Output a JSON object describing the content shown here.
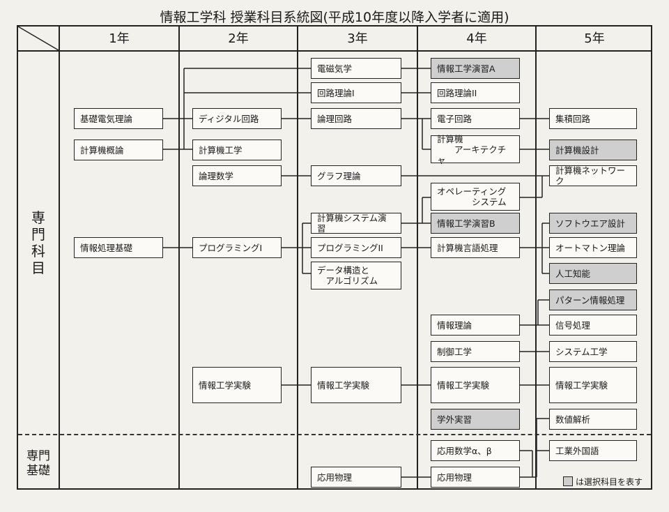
{
  "title": "情報工学科 授業科目系統図(平成10年度以降入学者に適用)",
  "years": [
    "1年",
    "2年",
    "3年",
    "4年",
    "5年"
  ],
  "row_labels": {
    "senmon": "専\n門\n科\n目",
    "kiso": "専門\n基礎"
  },
  "legend": {
    "text": "は選択科目を表す"
  },
  "courses": {
    "kiso_denki": "基礎電気理論",
    "keisanki_gairon": "計算機概論",
    "joho_kiso": "情報処理基礎",
    "digital": "ディジタル回路",
    "keisanki_kogaku": "計算機工学",
    "ronri_sugaku": "論理数学",
    "programming1": "プログラミングI",
    "jikken2": "情報工学実験",
    "denji": "電磁気学",
    "kairo1": "回路理論I",
    "ronri_kairo": "論理回路",
    "graph": "グラフ理論",
    "sys_enshu": "計算機システム演習",
    "programming2": "プログラミングII",
    "data_kozo": "データ構造と\n　アルゴリズム",
    "jikken3": "情報工学実験",
    "oyo_butsuri3": "応用物理",
    "enshu_a": "情報工学演習A",
    "kairo2": "回路理論II",
    "denshi": "電子回路",
    "arch": "計算機\n　　アーキテクチャ",
    "os": "オペレーティング\n　　　　システム",
    "enshu_b": "情報工学演習B",
    "gengo": "計算機言語処理",
    "joho_riron": "情報理論",
    "seigyo": "制御工学",
    "jikken4": "情報工学実験",
    "gakugai": "学外実習",
    "oyo_sugaku": "応用数学α、β",
    "oyo_butsuri4": "応用物理",
    "shuseki": "集積回路",
    "sekkei": "計算機設計",
    "network": "計算機ネットワーク",
    "software": "ソフトウエア設計",
    "automaton": "オートマトン理論",
    "ai": "人工知能",
    "pattern": "パターン情報処理",
    "shingo": "信号処理",
    "system": "システム工学",
    "jikken5": "情報工学実験",
    "suchi": "数値解析",
    "gaikokugo": "工業外国語"
  }
}
